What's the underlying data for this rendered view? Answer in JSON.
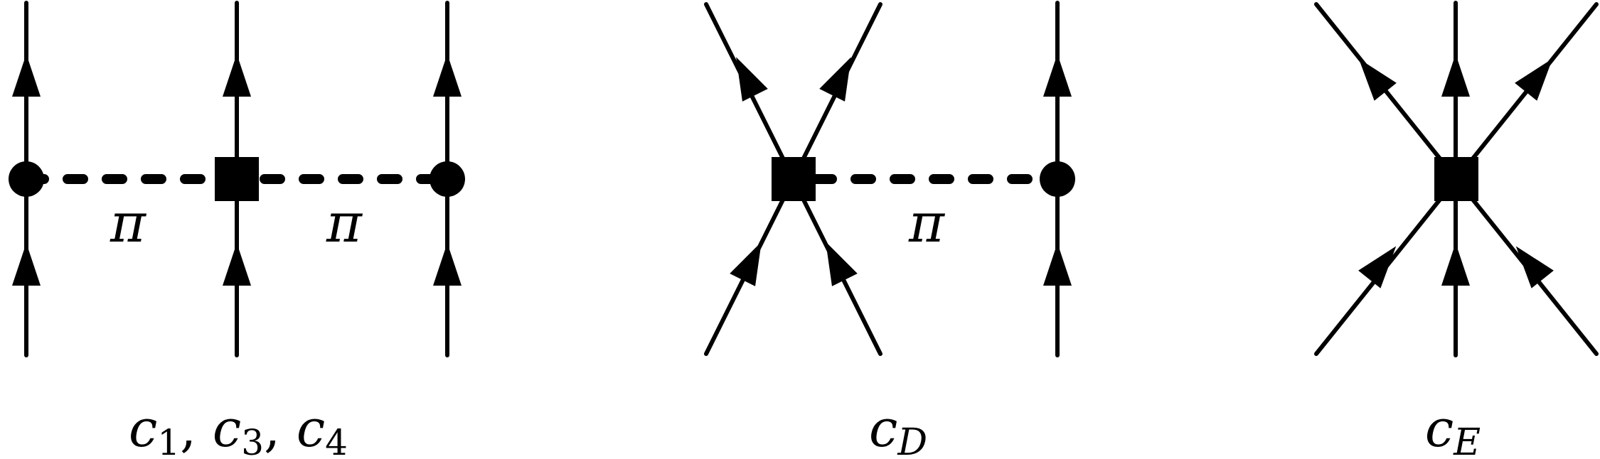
{
  "diagrams": [
    {
      "caption": {
        "main": [
          "c",
          "c",
          "c"
        ],
        "subs": [
          "1",
          "3",
          "4"
        ]
      },
      "pion_labels": [
        "π",
        "π"
      ]
    },
    {
      "caption": {
        "main": "c",
        "sub": "D"
      },
      "pion_labels": [
        "π"
      ]
    },
    {
      "caption": {
        "main": "c",
        "sub": "E"
      }
    }
  ]
}
